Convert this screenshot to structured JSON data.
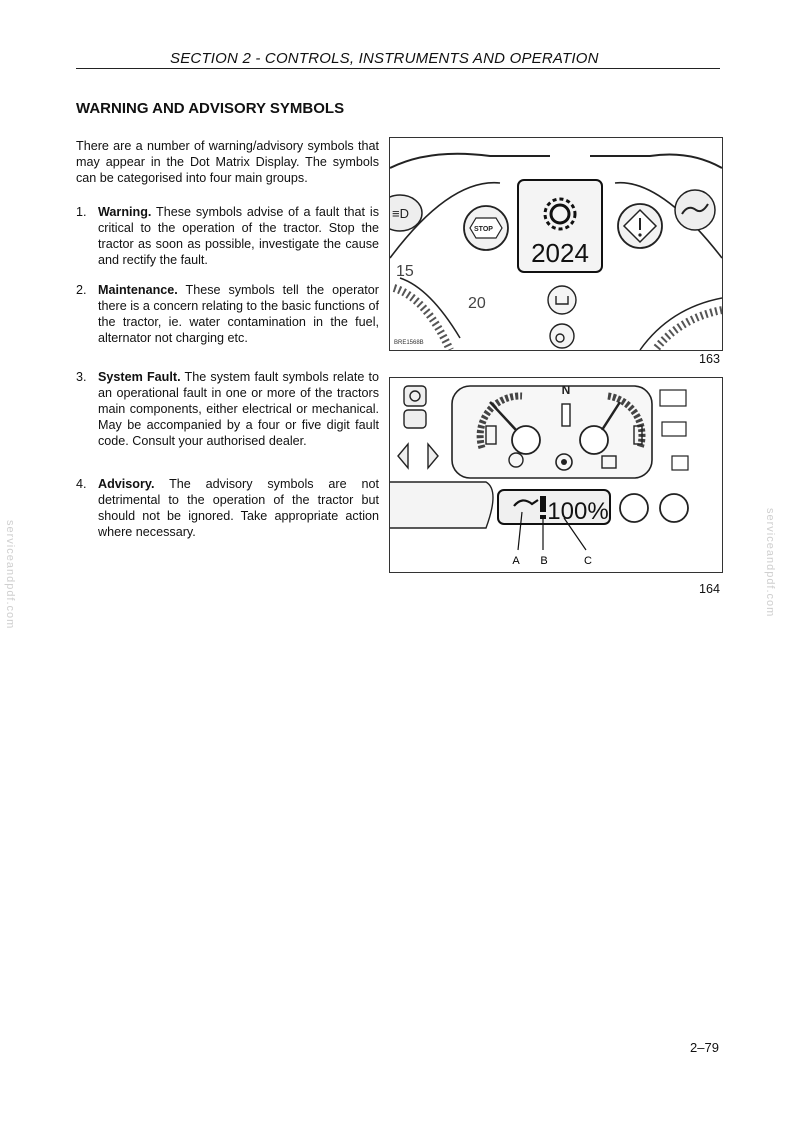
{
  "header": {
    "title": "SECTION 2  - CONTROLS, INSTRUMENTS AND OPERATION"
  },
  "section": {
    "heading": "WARNING AND ADVISORY SYMBOLS",
    "intro": "There are a number of warning/advisory symbols that may appear in the Dot Matrix Display. The symbols can be categorised into four main groups.",
    "items": [
      {
        "num": "1.",
        "title": "Warning.",
        "text": "These symbols advise of a fault that is critical to the operation of the tractor. Stop the tractor as soon as possible, investigate the cause and rectify the fault."
      },
      {
        "num": "2.",
        "title": "Maintenance.",
        "text": "These symbols tell the operator there is a concern relating to the basic functions of the tractor, ie. water contamination in the fuel, alternator not charging etc."
      },
      {
        "num": "3.",
        "title": "System Fault.",
        "text": "The system fault symbols relate to an operational fault in one or more of the tractors main components, either electrical or mechanical. May be accompanied by a four or five digit fault code. Consult your authorised dealer."
      },
      {
        "num": "4.",
        "title": "Advisory.",
        "text": "The advisory symbols are not detrimental to the operation of the tractor but should not be ignored. Take appropriate action where necessary."
      }
    ]
  },
  "figures": {
    "fig163": {
      "number": "163",
      "display_code": "2024",
      "stop_label": "STOP",
      "dial_15": "15",
      "dial_20": "20",
      "ref_code": "BRE1568B",
      "icons": [
        "light-switch-icon",
        "stop-icon",
        "gear-fault-icon",
        "warning-diamond-icon",
        "engine-oil-icon",
        "oil-pressure-icon"
      ]
    },
    "fig164": {
      "number": "164",
      "readout": "100%",
      "n_label": "N",
      "callouts": [
        "A",
        "B",
        "C"
      ],
      "icons": [
        "fuel-icon",
        "hazard-icon",
        "differential-lock-icon",
        "brake-icon",
        "4wd-icon",
        "pto-icon"
      ]
    }
  },
  "page_number": "2–79",
  "watermark": "serviceandpdf.com"
}
